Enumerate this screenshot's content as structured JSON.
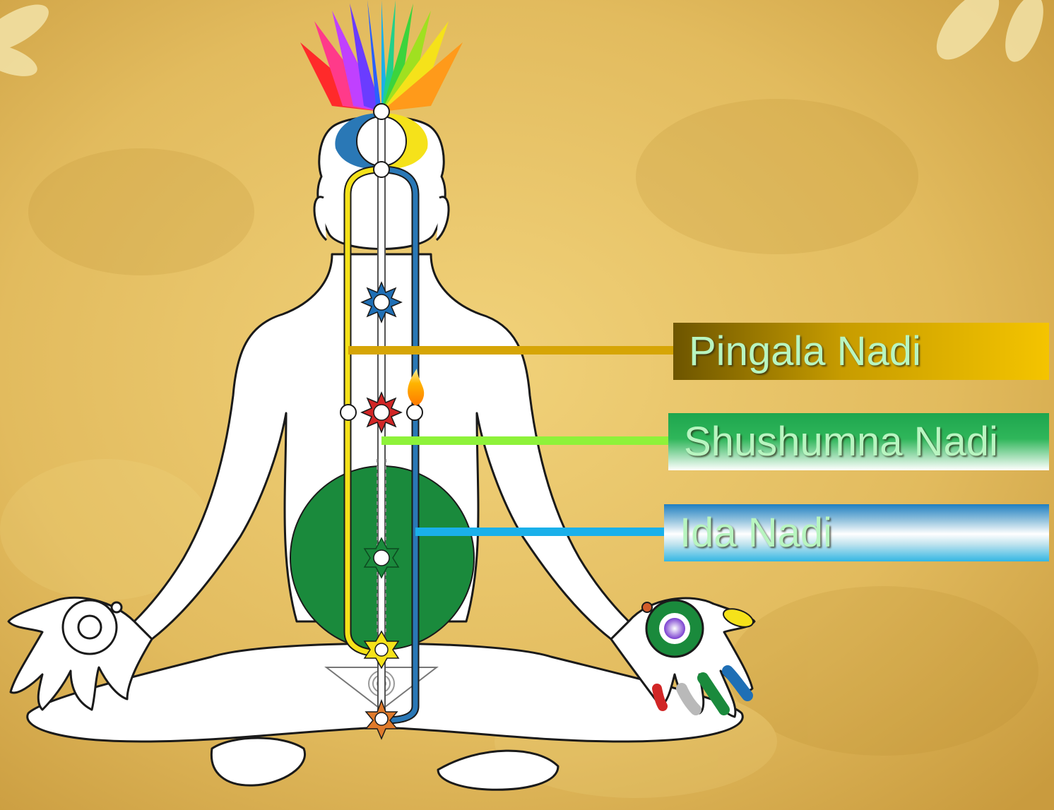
{
  "labels": {
    "pingala": "Pingala Nadi",
    "shushumna": "Shushumna Nadi",
    "ida": "Ida Nadi"
  },
  "colors": {
    "background": "#e2bb5e",
    "pingala_line": "#d6a506",
    "shushumna_line": "#8ef23a",
    "ida_line": "#1ab0ea",
    "pingala_nadi": "#f5e21a",
    "ida_nadi": "#2a78b6",
    "navel_disc": "#1a8a3c"
  },
  "icons": {
    "crown": "rainbow-lotus-icon",
    "third_eye": "yin-yang-moon-icon",
    "throat": "blue-star-chakra-icon",
    "heart": "red-star-chakra-icon",
    "navel": "green-star-chakra-icon",
    "sacral": "yellow-star-chakra-icon",
    "root": "orange-star-chakra-icon",
    "kundalini": "spiral-icon",
    "flame": "flame-icon"
  }
}
